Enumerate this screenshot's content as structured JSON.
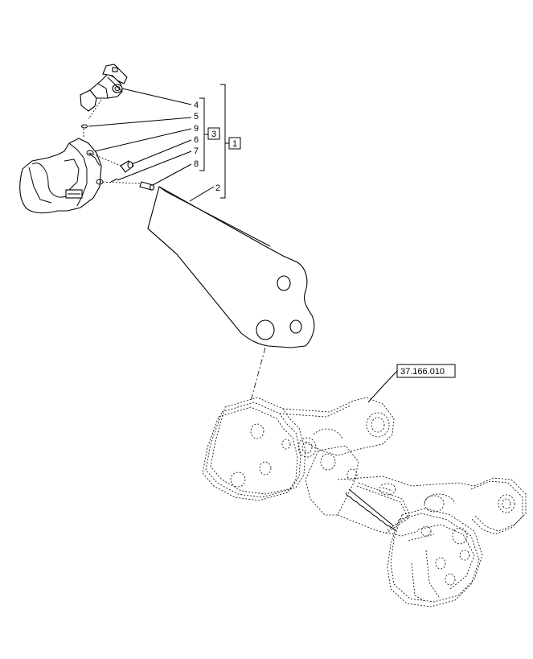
{
  "callouts": {
    "c4": "4",
    "c5": "5",
    "c9": "9",
    "c6": "6",
    "c7": "7",
    "c8": "8",
    "c2": "2"
  },
  "groups": {
    "g3": "3",
    "g1": "1"
  },
  "reference": {
    "label": "37.166.010"
  },
  "parts": {
    "latch_icon": "latch-part-icon",
    "hook_icon": "hook-part-icon",
    "drawbar_icon": "drawbar-plate-icon",
    "frame_icon": "hitch-frame-icon"
  }
}
